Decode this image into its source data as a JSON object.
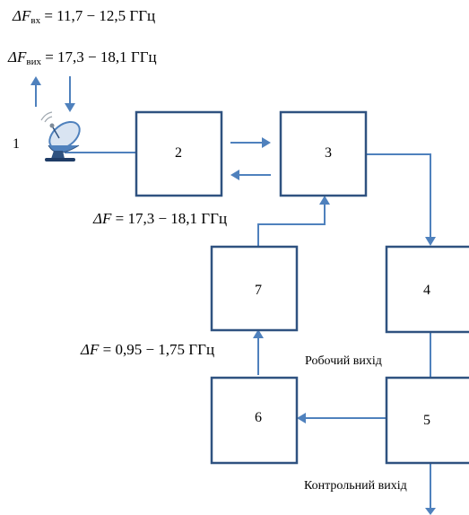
{
  "equations": {
    "in_band": {
      "symbol": "ΔF",
      "subscript": "вх",
      "value": "= 11,7 − 12,5 ГГц"
    },
    "out_band": {
      "symbol": "ΔF",
      "subscript": "вих",
      "value": "= 17,3 − 18,1 ГГц"
    },
    "band_3_7": {
      "symbol": "ΔF",
      "value": "= 17,3 − 18,1 ГГц"
    },
    "band_6_7": {
      "symbol": "ΔF",
      "value": "= 0,95 − 1,75 ГГц"
    }
  },
  "blocks": {
    "b1": "1",
    "b2": "2",
    "b3": "3",
    "b4": "4",
    "b5": "5",
    "b6": "6",
    "b7": "7"
  },
  "outputs": {
    "work_output": "Робочий вихід",
    "control_output": "Контрольний вихід"
  },
  "icons": {
    "antenna": "satellite-dish-icon"
  },
  "colors": {
    "block_border": "#2f5280",
    "wire": "#4f81bd"
  }
}
